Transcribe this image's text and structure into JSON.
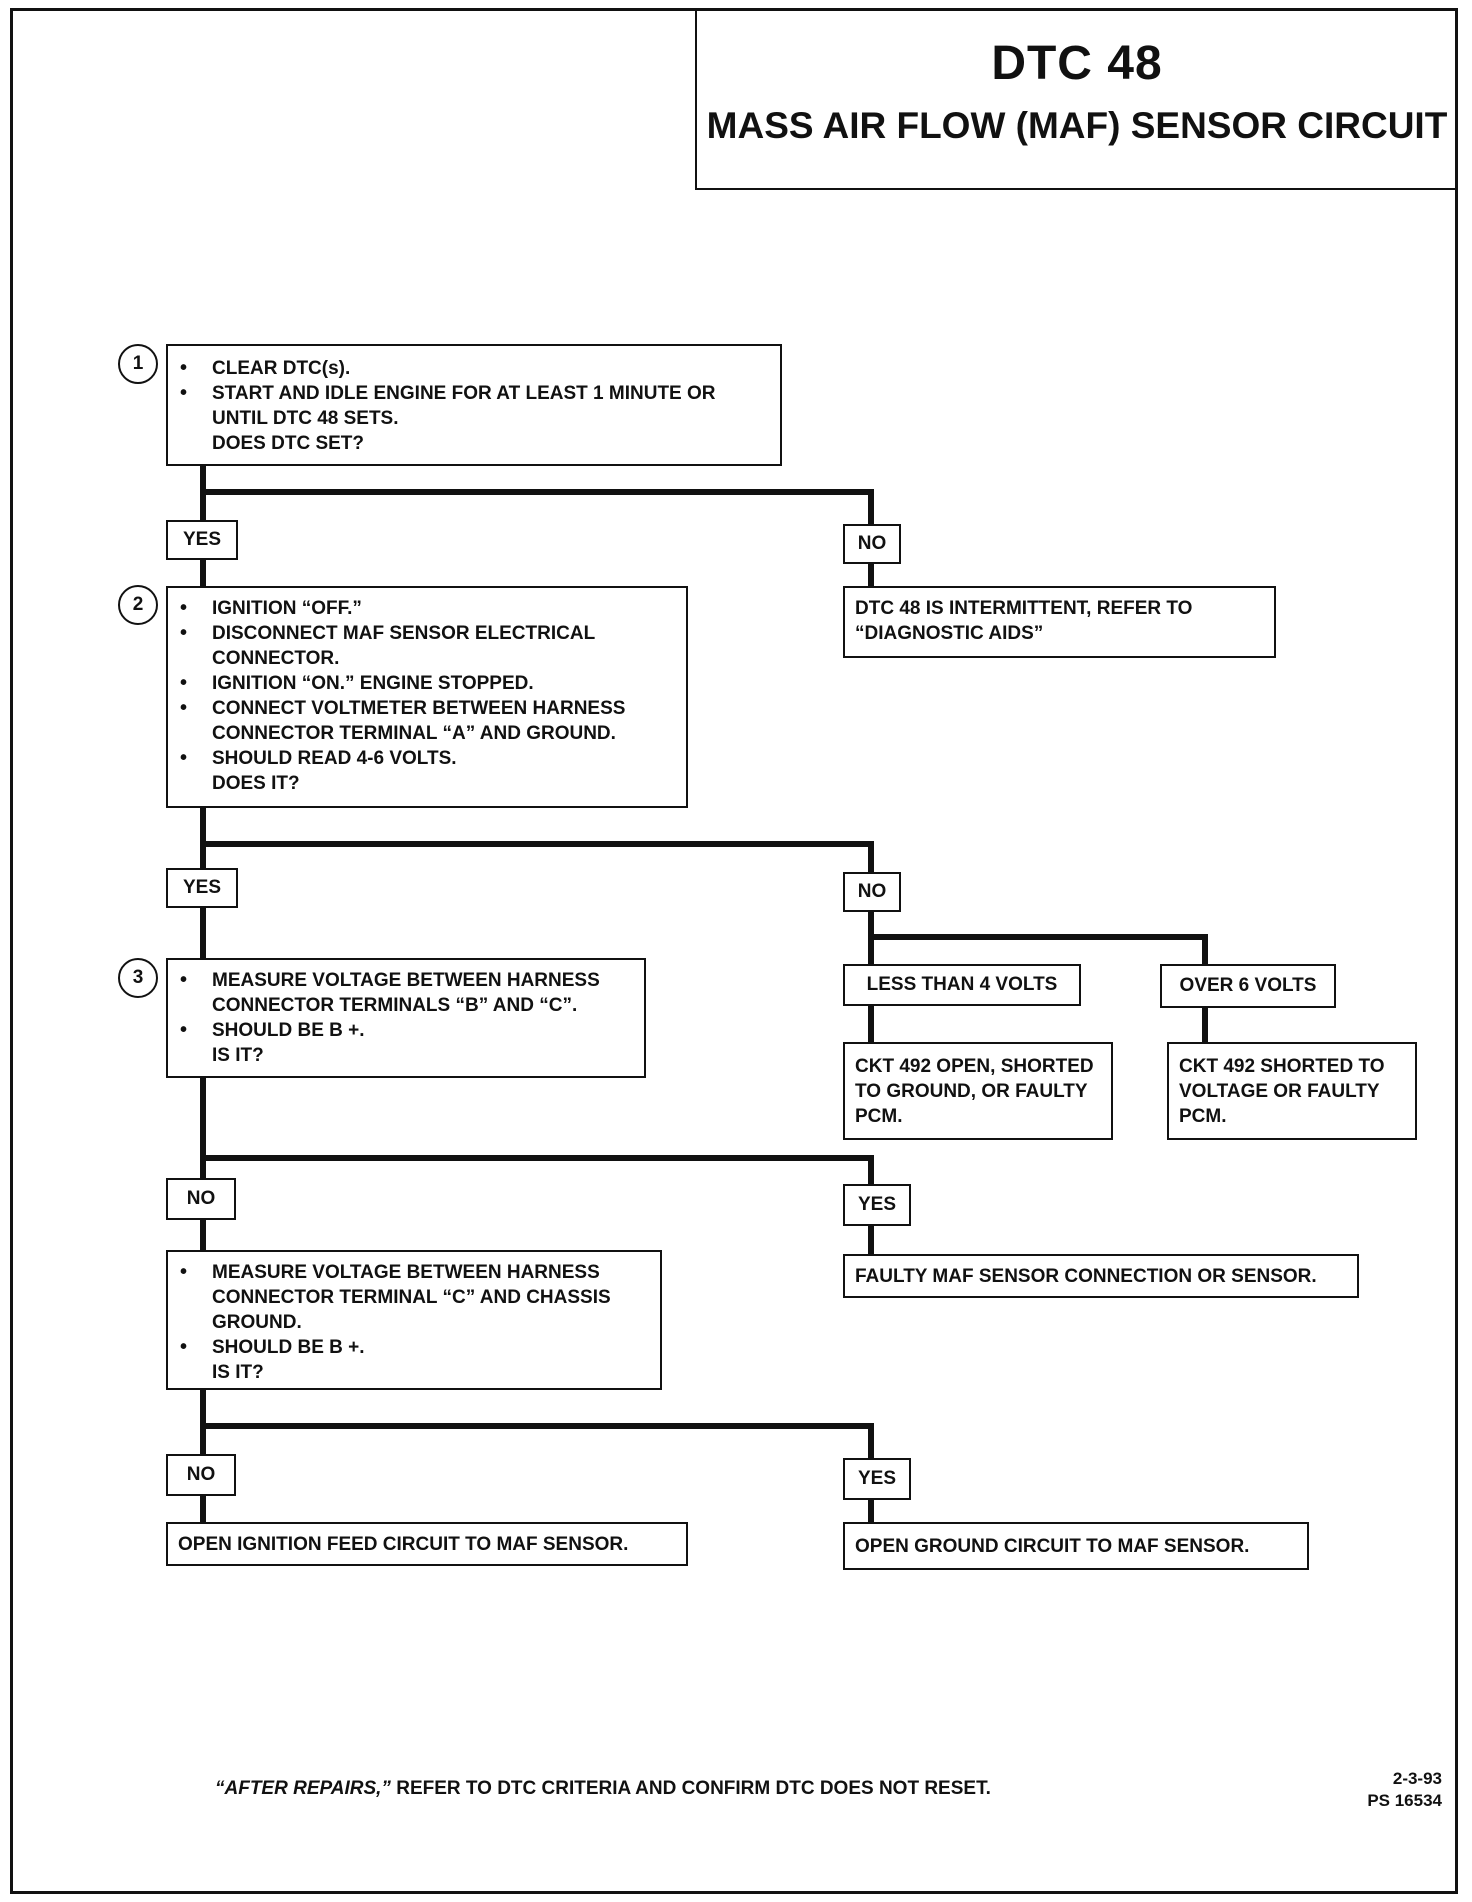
{
  "header": {
    "title": "DTC 48",
    "subtitle": "MASS AIR FLOW (MAF) SENSOR CIRCUIT"
  },
  "steps": {
    "step1": {
      "number": "1",
      "lines": [
        "CLEAR DTC(s).",
        "START AND IDLE ENGINE FOR AT LEAST 1 MINUTE OR UNTIL DTC 48 SETS.",
        "DOES DTC SET?"
      ]
    },
    "step2": {
      "number": "2",
      "lines": [
        "IGNITION “OFF.”",
        "DISCONNECT MAF SENSOR ELECTRICAL CONNECTOR.",
        "IGNITION “ON.” ENGINE STOPPED.",
        "CONNECT VOLTMETER BETWEEN HARNESS CONNECTOR TERMINAL “A” AND GROUND.",
        "SHOULD READ 4-6 VOLTS.",
        "DOES IT?"
      ]
    },
    "step3": {
      "number": "3",
      "lines": [
        "MEASURE VOLTAGE BETWEEN HARNESS CONNECTOR TERMINALS “B” AND “C”.",
        "SHOULD BE B +.",
        "IS IT?"
      ]
    },
    "step4": {
      "lines": [
        "MEASURE VOLTAGE BETWEEN HARNESS CONNECTOR TERMINAL “C” AND CHASSIS GROUND.",
        "SHOULD BE B +.",
        "IS IT?"
      ]
    }
  },
  "labels": {
    "yes": "YES",
    "no": "NO",
    "less_than_4": "LESS THAN 4 VOLTS",
    "over_6": "OVER 6 VOLTS"
  },
  "results": {
    "intermittent": "DTC 48 IS INTERMITTENT, REFER TO “DIAGNOSTIC AIDS”",
    "ckt_open": "CKT 492 OPEN, SHORTED TO GROUND, OR FAULTY PCM.",
    "ckt_shorted": "CKT 492 SHORTED TO VOLTAGE OR FAULTY PCM.",
    "faulty_maf": "FAULTY MAF SENSOR CONNECTION OR SENSOR.",
    "open_ignition": "OPEN IGNITION FEED CIRCUIT TO MAF SENSOR.",
    "open_ground": "OPEN GROUND CIRCUIT TO MAF SENSOR."
  },
  "footer": {
    "note_italic": "“AFTER REPAIRS,”",
    "note_rest": " REFER TO DTC CRITERIA AND CONFIRM DTC DOES NOT RESET.",
    "date": "2-3-93",
    "ps_number": "PS 16534"
  }
}
